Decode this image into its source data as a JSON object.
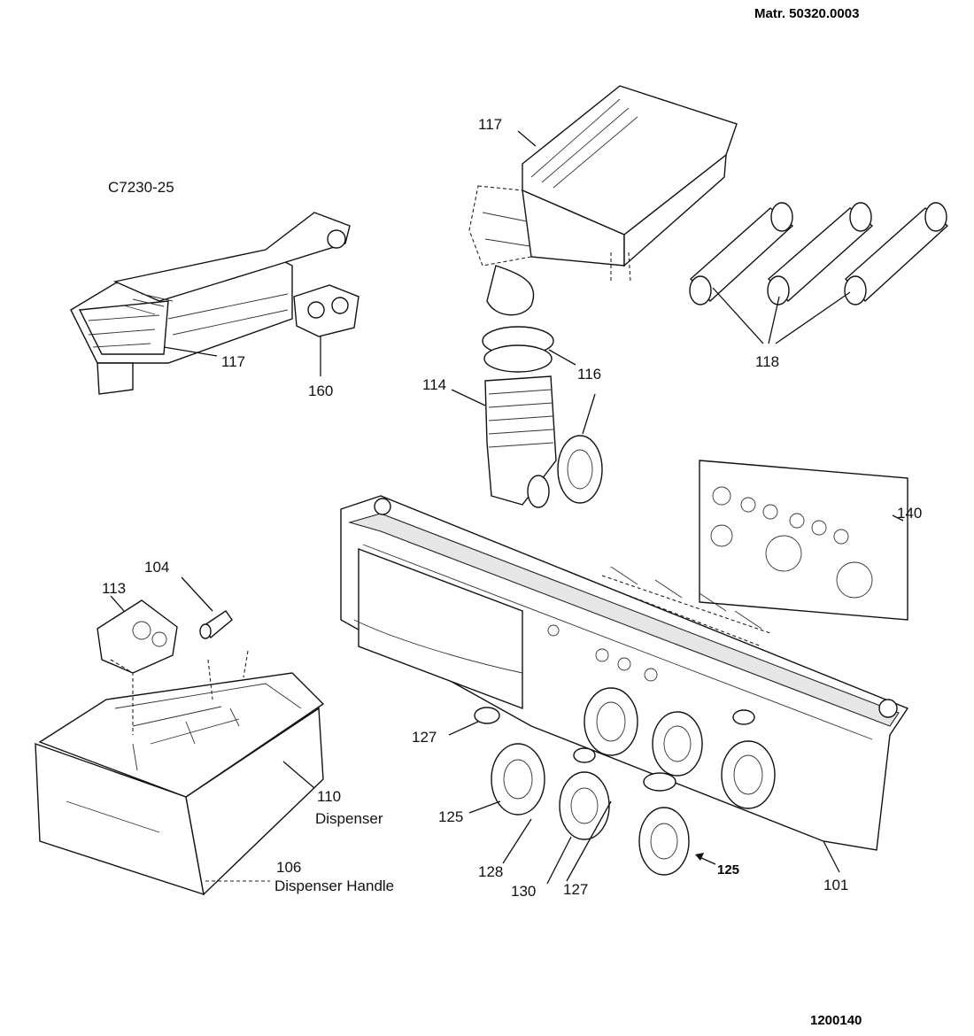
{
  "header": {
    "part_number": "Matr. 50320.0003"
  },
  "footer": {
    "drawing_number": "1200140"
  },
  "model_note": "C7230-25",
  "callouts": {
    "c117_top": "117",
    "c117_left": "117",
    "c160": "160",
    "c118": "118",
    "c116": "116",
    "c114": "114",
    "c140": "140",
    "c104": "104",
    "c113": "113",
    "c127_left": "127",
    "c127_bottom": "127",
    "c110": "110",
    "c110_name": "Dispenser",
    "c106": "106",
    "c106_name": "Dispenser Handle",
    "c125_left": "125",
    "c125_right": "125",
    "c128": "128",
    "c130": "130",
    "c101": "101"
  }
}
